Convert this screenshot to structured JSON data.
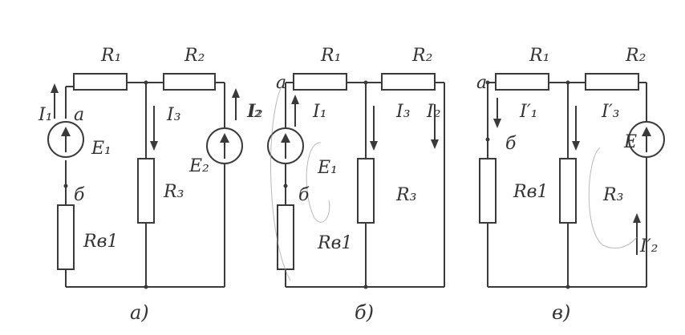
{
  "diagram_a": {
    "caption": "а)",
    "r1": "R₁",
    "r2": "R₂",
    "r3": "R₃",
    "rv1": "Rв1",
    "i1": "I₁",
    "i2": "I₂",
    "i3": "I₃",
    "e1": "E₁",
    "e2": "E₂",
    "node_a": "а",
    "node_b": "б"
  },
  "diagram_b": {
    "caption": "б)",
    "r1": "R₁",
    "r2": "R₂",
    "r3": "R₃",
    "rv1": "Rв1",
    "i1": "I₁",
    "i2": "I₂",
    "i3": "I₃",
    "i_left": "I₂",
    "e1": "E₁",
    "node_a": "а",
    "node_b": "б"
  },
  "diagram_c": {
    "caption": "в)",
    "r1": "R₁",
    "r2": "R₂",
    "r3": "R₃",
    "rv1": "Rв1",
    "i1": "I′₁",
    "i3": "I′₃",
    "i2": "I′₂",
    "e2": "E",
    "node_a": "а",
    "node_b": "б"
  }
}
